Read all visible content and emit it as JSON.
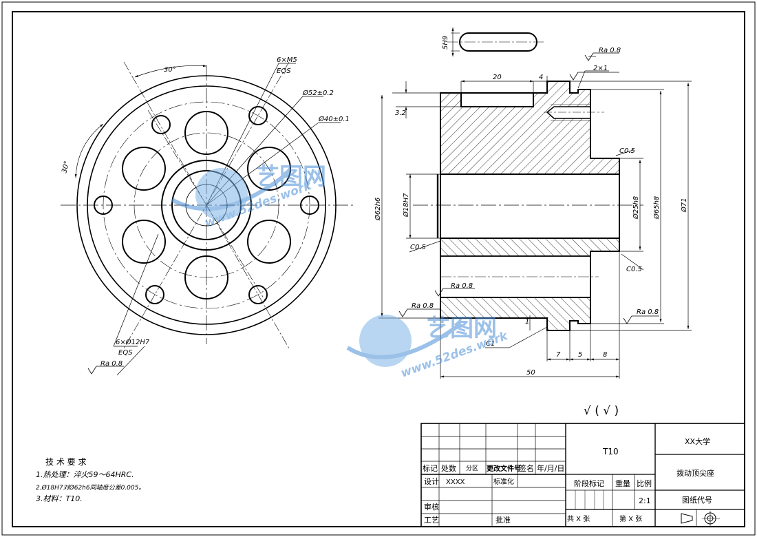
{
  "front_view": {
    "angle_top": "30°",
    "angle_left": "30°",
    "holes_m5": "6×M5",
    "holes_m5_eqs": "EQS",
    "pcd_52": "Ø52±0.2",
    "pcd_40": "Ø40±0.1",
    "holes_12": "6×Ø12H7",
    "holes_12_eqs": "EQS",
    "ra": "Ra 0.8"
  },
  "slot_view": {
    "width": "5H9"
  },
  "section_view": {
    "ra_top": "Ra 0.8",
    "groove": "2×1",
    "len_20": "20",
    "len_4": "4",
    "depth_3_2": "3.2",
    "chamfer_top_right": "C0.5",
    "chamfer_left": "C0.5",
    "chamfer_right": "C0.5",
    "dia_62": "Ø62h6",
    "dia_18": "Ø18H7",
    "dia_25": "Ø25h8",
    "dia_65": "Ø65h8",
    "dia_71": "Ø71",
    "ra_mid": "Ra 0.8",
    "ra_left": "Ra 0.8",
    "ra_right": "Ra 0.8",
    "chamfer_c1": "C1",
    "step_1": "1",
    "len_7": "7",
    "len_5": "5",
    "len_8": "8",
    "len_50": "50"
  },
  "surface_note": "√ ( √ )",
  "tech_req": {
    "title": "技 术 要 求",
    "line1": "1.热处理：淬火59～64HRC.",
    "line2": "2.Ø18H7对Ø62h6同轴度公差0.005。",
    "line3": "3.材料：T10."
  },
  "title_block": {
    "material": "T10",
    "school": "XX大学",
    "part_name": "拨动顶尖座",
    "drawing_no": "图纸代号",
    "biaoji": "标记",
    "chushu": "处数",
    "fenqu": "分区",
    "gengai": "更改文件号",
    "qianming": "签名",
    "date": "年/月/日",
    "sheji": "设计",
    "designer": "XXXX",
    "biaozhunhua": "标准化",
    "jieduan": "阶段标记",
    "zhongliang": "重量",
    "bili": "比例",
    "scale": "2:1",
    "shenhe": "审核",
    "gongyi": "工艺",
    "pizhun": "批准",
    "gong": "共  X  张",
    "di": "第  X  张"
  },
  "watermark": {
    "brand": "艺图网",
    "url": "www.52des.work"
  }
}
